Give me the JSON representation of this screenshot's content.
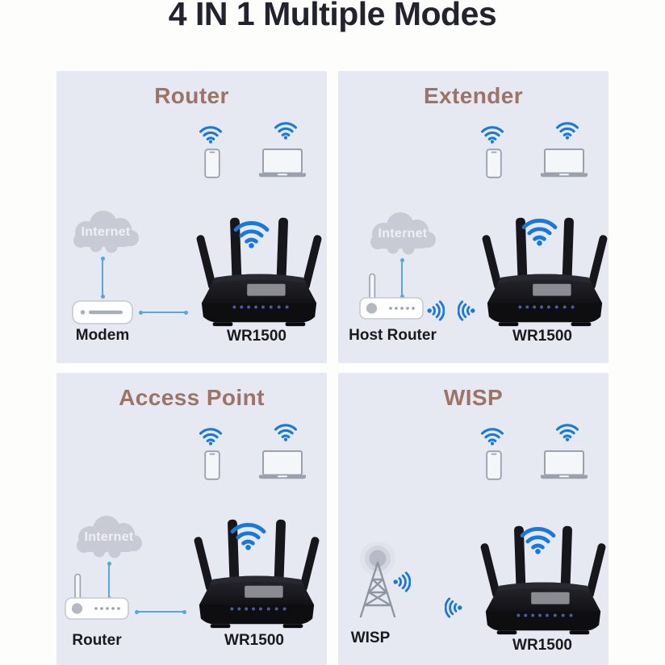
{
  "title": "4 IN 1 Multiple Modes",
  "product_name": "WR1500",
  "colors": {
    "page-bg": "#fdfdfb",
    "panel-bg": "#e7e9f2",
    "heading": "#23232e",
    "section-title": "#9c7365",
    "label": "#1a1a1e",
    "wifi-blue": "#1878db",
    "connector-blue": "#56a7dc",
    "device-stroke": "#9aa1ac",
    "device-fill": "#f5f6fa",
    "cloud-gray": "#c8cbd6",
    "cloud-text": "#eef0f6",
    "router-body": "#17171b"
  },
  "icons": [
    "wifi-icon",
    "phone-icon",
    "laptop-icon",
    "internet-cloud-icon",
    "modem-icon",
    "host-router-icon",
    "wisp-tower-icon",
    "wifi-signal-icon",
    "wr1500-router-image",
    "connector-line"
  ],
  "panels": [
    {
      "title": "Router",
      "cloud_label": "Internet",
      "source_label": "Modem",
      "product_label": "WR1500",
      "connection": "wired"
    },
    {
      "title": "Extender",
      "cloud_label": "Internet",
      "source_label": "Host Router",
      "product_label": "WR1500",
      "connection": "wireless"
    },
    {
      "title": "Access Point",
      "cloud_label": "Internet",
      "source_label": "Router",
      "product_label": "WR1500",
      "connection": "wired"
    },
    {
      "title": "WISP",
      "source_label": "WISP",
      "product_label": "WR1500",
      "connection": "wireless"
    }
  ]
}
